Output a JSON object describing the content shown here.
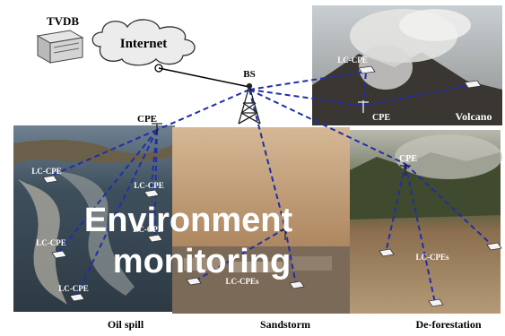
{
  "labels": {
    "tvdb": "TVDB",
    "internet": "Internet",
    "bs": "BS",
    "cpe_main": "CPE",
    "volcano_lc_cpe": "LC-CPE",
    "volcano_cpe": "CPE",
    "volcano": "Volcano",
    "oil_lc_cpe_1": "LC-CPE",
    "oil_lc_cpe_2": "LC-CPE",
    "oil_lc_cpe_3": "LC-CPE",
    "oil_lc_cpe_4": "LC-CPE",
    "oil_lc_cpe_5": "LC-CPE",
    "sand_lc_cpes": "LC-CPEs",
    "defor_cpe": "CPE",
    "defor_lc_cpes": "LC-CPEs",
    "overlay_line1": "Environment",
    "overlay_line2": "monitoring"
  },
  "captions": {
    "oil_spill": "Oil spill",
    "sandstorm": "Sandstorm",
    "deforestation": "De-forestation"
  },
  "colors": {
    "link_dashed": "#1f2fa8",
    "wired": "#000000",
    "overlay_text": "#ffffff"
  }
}
